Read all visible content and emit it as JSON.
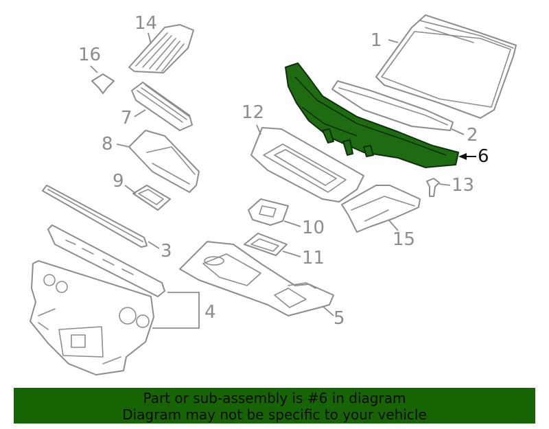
{
  "callouts": {
    "c1": "1",
    "c2": "2",
    "c3": "3",
    "c4": "4",
    "c5": "5",
    "c6": "6",
    "c7": "7",
    "c8": "8",
    "c9": "9",
    "c10": "10",
    "c11": "11",
    "c12": "12",
    "c13": "13",
    "c14": "14",
    "c15": "15",
    "c16": "16"
  },
  "highlighted_part": "6",
  "colors": {
    "highlight": "#1f6b12",
    "banner": "#176405",
    "line_art": "#8c8c8c"
  },
  "banner": {
    "line1": "Part or sub-assembly is #6 in diagram",
    "line2": "Diagram may not be specific to your vehicle"
  }
}
